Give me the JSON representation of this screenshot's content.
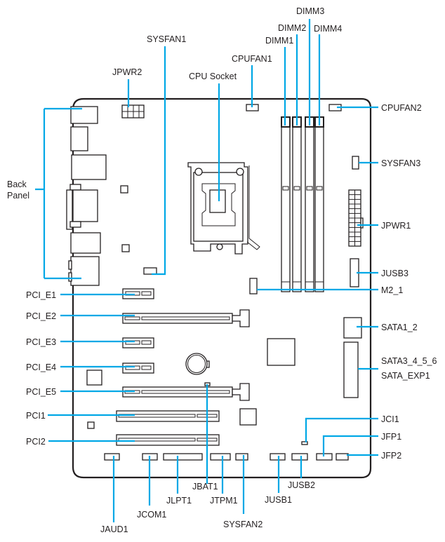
{
  "diagram": {
    "title": "Motherboard component layout",
    "accent_color": "#00a8e6",
    "outline_color": "#231f20",
    "labels": {
      "back_panel_line1": "Back",
      "back_panel_line2": "Panel",
      "jpwr2": "JPWR2",
      "sysfan1": "SYSFAN1",
      "cpu_socket": "CPU Socket",
      "cpufan1": "CPUFAN1",
      "dimm1": "DIMM1",
      "dimm2": "DIMM2",
      "dimm3": "DIMM3",
      "dimm4": "DIMM4",
      "cpufan2": "CPUFAN2",
      "sysfan3": "SYSFAN3",
      "jpwr1": "JPWR1",
      "jusb3": "JUSB3",
      "m2_1": "M2_1",
      "sata1_2": "SATA1_2",
      "sata3_4_5_6": "SATA3_4_5_6",
      "sata_exp1": "SATA_EXP1",
      "jci1": "JCI1",
      "jfp1": "JFP1",
      "jfp2": "JFP2",
      "pci_e1": "PCI_E1",
      "pci_e2": "PCI_E2",
      "pci_e3": "PCI_E3",
      "pci_e4": "PCI_E4",
      "pci_e5": "PCI_E5",
      "pci1": "PCI1",
      "pci2": "PCI2",
      "jaud1": "JAUD1",
      "jcom1": "JCOM1",
      "jlpt1": "JLPT1",
      "jbat1": "JBAT1",
      "jtpm1": "JTPM1",
      "sysfan2": "SYSFAN2",
      "jusb1": "JUSB1",
      "jusb2": "JUSB2"
    }
  }
}
